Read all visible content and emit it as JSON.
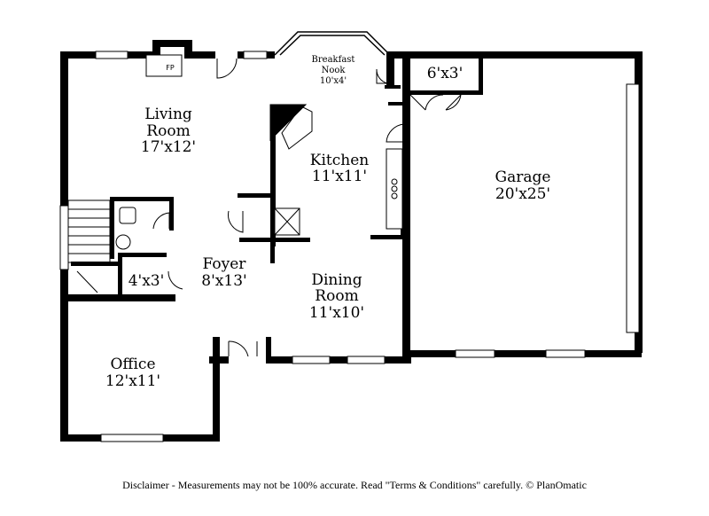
{
  "rooms": {
    "living": {
      "name_1": "Living",
      "name_2": "Room",
      "size": "17'x12'"
    },
    "breakfast": {
      "name_1": "Breakfast",
      "name_2": "Nook",
      "size": "10'x4'"
    },
    "storage": {
      "size": "6'x3'"
    },
    "kitchen": {
      "name": "Kitchen",
      "size": "11'x11'"
    },
    "garage": {
      "name": "Garage",
      "size": "20'x25'"
    },
    "foyer": {
      "name": "Foyer",
      "size": "8'x13'"
    },
    "closet": {
      "size": "4'x3'"
    },
    "dining": {
      "name_1": "Dining",
      "name_2": "Room",
      "size": "11'x10'"
    },
    "office": {
      "name": "Office",
      "size": "12'x11'"
    }
  },
  "fireplace": {
    "label": "FP"
  },
  "disclaimer": "Disclaimer - Measurements may not be 100% accurate. Read \"Terms & Conditions\" carefully. © PlanOmatic"
}
